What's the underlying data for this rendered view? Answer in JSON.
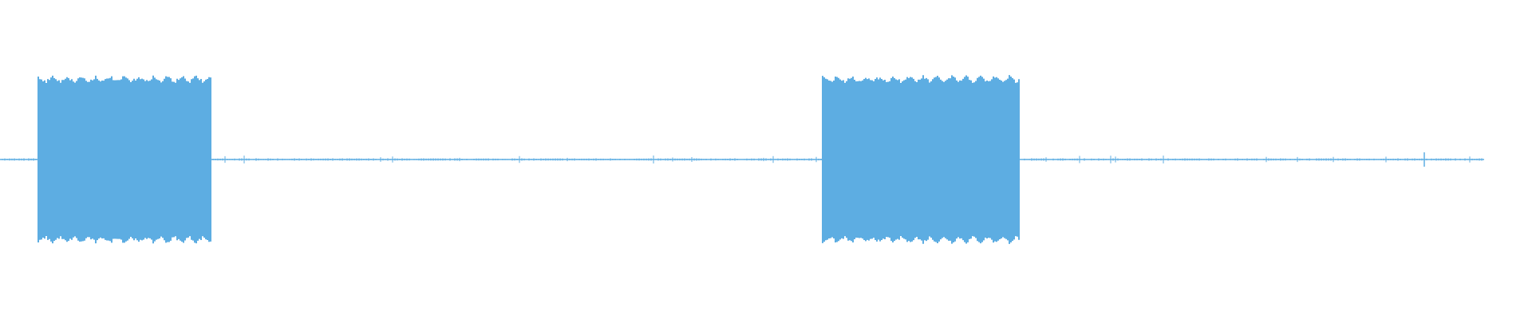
{
  "waveform": {
    "color": "#5dade2",
    "background": "#ffffff",
    "bursts": [
      {
        "start": 0.025,
        "end": 0.138,
        "amplitude": 0.52
      },
      {
        "start": 0.537,
        "end": 0.665,
        "amplitude": 0.52
      }
    ],
    "noise_floor": 0.006
  }
}
